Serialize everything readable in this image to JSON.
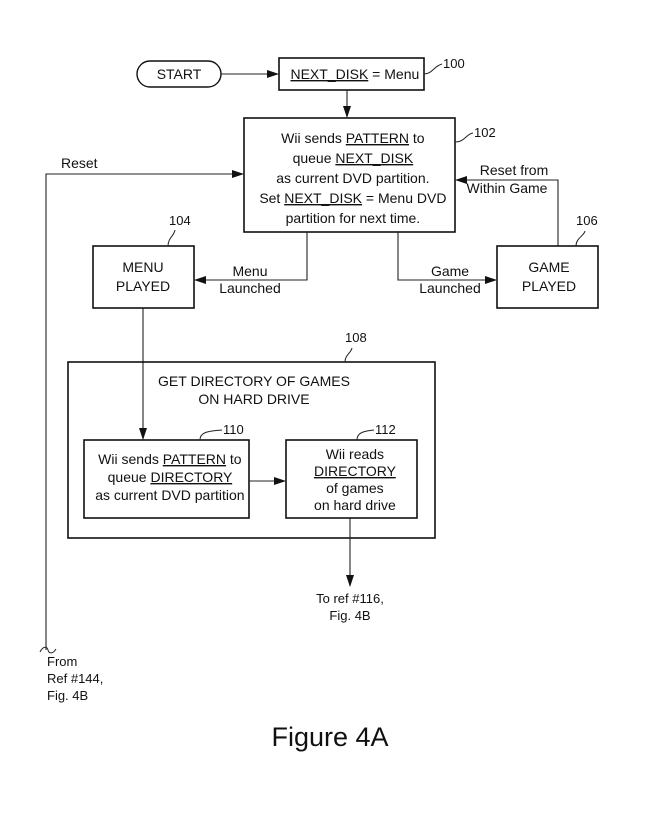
{
  "figure": {
    "caption": "Figure 4A",
    "nodes": {
      "start": {
        "label": "START"
      },
      "n100": {
        "ref": "100",
        "lines": [
          {
            "parts": [
              {
                "t": "NEXT_DISK",
                "u": true
              },
              {
                "t": " = Menu",
                "u": false
              }
            ]
          }
        ]
      },
      "n102": {
        "ref": "102",
        "lines": [
          {
            "parts": [
              {
                "t": "Wii sends ",
                "u": false
              },
              {
                "t": "PATTERN",
                "u": true
              },
              {
                "t": " to",
                "u": false
              }
            ]
          },
          {
            "parts": [
              {
                "t": "queue ",
                "u": false
              },
              {
                "t": "NEXT_DISK",
                "u": true
              }
            ]
          },
          {
            "parts": [
              {
                "t": "as current DVD partition.",
                "u": false
              }
            ]
          },
          {
            "parts": [
              {
                "t": "Set ",
                "u": false
              },
              {
                "t": "NEXT_DISK",
                "u": true
              },
              {
                "t": " = Menu DVD",
                "u": false
              }
            ]
          },
          {
            "parts": [
              {
                "t": "partition for next time.",
                "u": false
              }
            ]
          }
        ]
      },
      "n104": {
        "ref": "104",
        "lines": [
          "MENU",
          "PLAYED"
        ]
      },
      "n106": {
        "ref": "106",
        "lines": [
          "GAME",
          "PLAYED"
        ]
      },
      "n108": {
        "ref": "108",
        "lines": [
          "GET DIRECTORY OF GAMES",
          "ON HARD DRIVE"
        ]
      },
      "n110": {
        "ref": "110",
        "lines": [
          {
            "parts": [
              {
                "t": "Wii sends ",
                "u": false
              },
              {
                "t": "PATTERN",
                "u": true
              },
              {
                "t": " to",
                "u": false
              }
            ]
          },
          {
            "parts": [
              {
                "t": "queue ",
                "u": false
              },
              {
                "t": "DIRECTORY",
                "u": true
              }
            ]
          },
          {
            "parts": [
              {
                "t": "as current DVD partition",
                "u": false
              }
            ]
          }
        ]
      },
      "n112": {
        "ref": "112",
        "lines": [
          {
            "parts": [
              {
                "t": "Wii reads",
                "u": false
              }
            ]
          },
          {
            "parts": [
              {
                "t": "DIRECTORY",
                "u": true
              }
            ]
          },
          {
            "parts": [
              {
                "t": "of games",
                "u": false
              }
            ]
          },
          {
            "parts": [
              {
                "t": "on hard drive",
                "u": false
              }
            ]
          }
        ]
      }
    },
    "edge_labels": {
      "reset": "Reset",
      "reset_from_within_game": [
        "Reset from",
        "Within Game"
      ],
      "menu_launched": [
        "Menu",
        "Launched"
      ],
      "game_launched": [
        "Game",
        "Launched"
      ]
    },
    "connectors": {
      "to_ref": [
        "To ref #116,",
        "Fig. 4B"
      ],
      "from_ref": [
        "From",
        "Ref #144,",
        "Fig. 4B"
      ]
    }
  }
}
